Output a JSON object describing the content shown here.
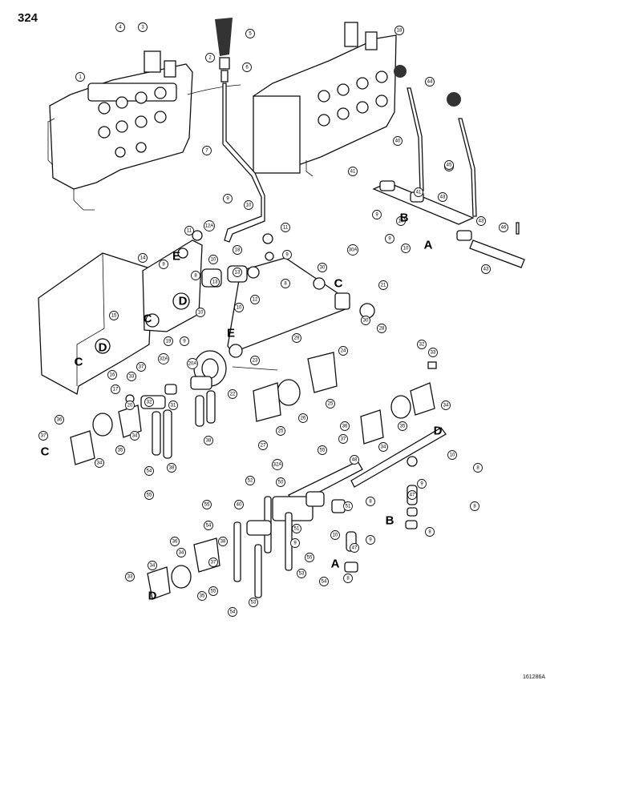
{
  "page": {
    "number": "324",
    "figure_id": "161286A"
  },
  "letters": [
    "A",
    "B",
    "C",
    "D",
    "E"
  ],
  "callouts": [
    "1",
    "2",
    "3",
    "4",
    "5",
    "6",
    "7",
    "8",
    "9",
    "10",
    "11",
    "12",
    "12A",
    "13",
    "14",
    "15",
    "16",
    "17",
    "18",
    "19",
    "20",
    "20A",
    "21",
    "22",
    "23",
    "24",
    "25",
    "26",
    "27",
    "28",
    "29",
    "30",
    "30A",
    "31",
    "32",
    "32A",
    "33",
    "34",
    "35",
    "36",
    "37",
    "38",
    "40",
    "41",
    "42",
    "43",
    "44",
    "45",
    "46",
    "47",
    "48",
    "50",
    "51",
    "52",
    "53",
    "54",
    "55"
  ]
}
